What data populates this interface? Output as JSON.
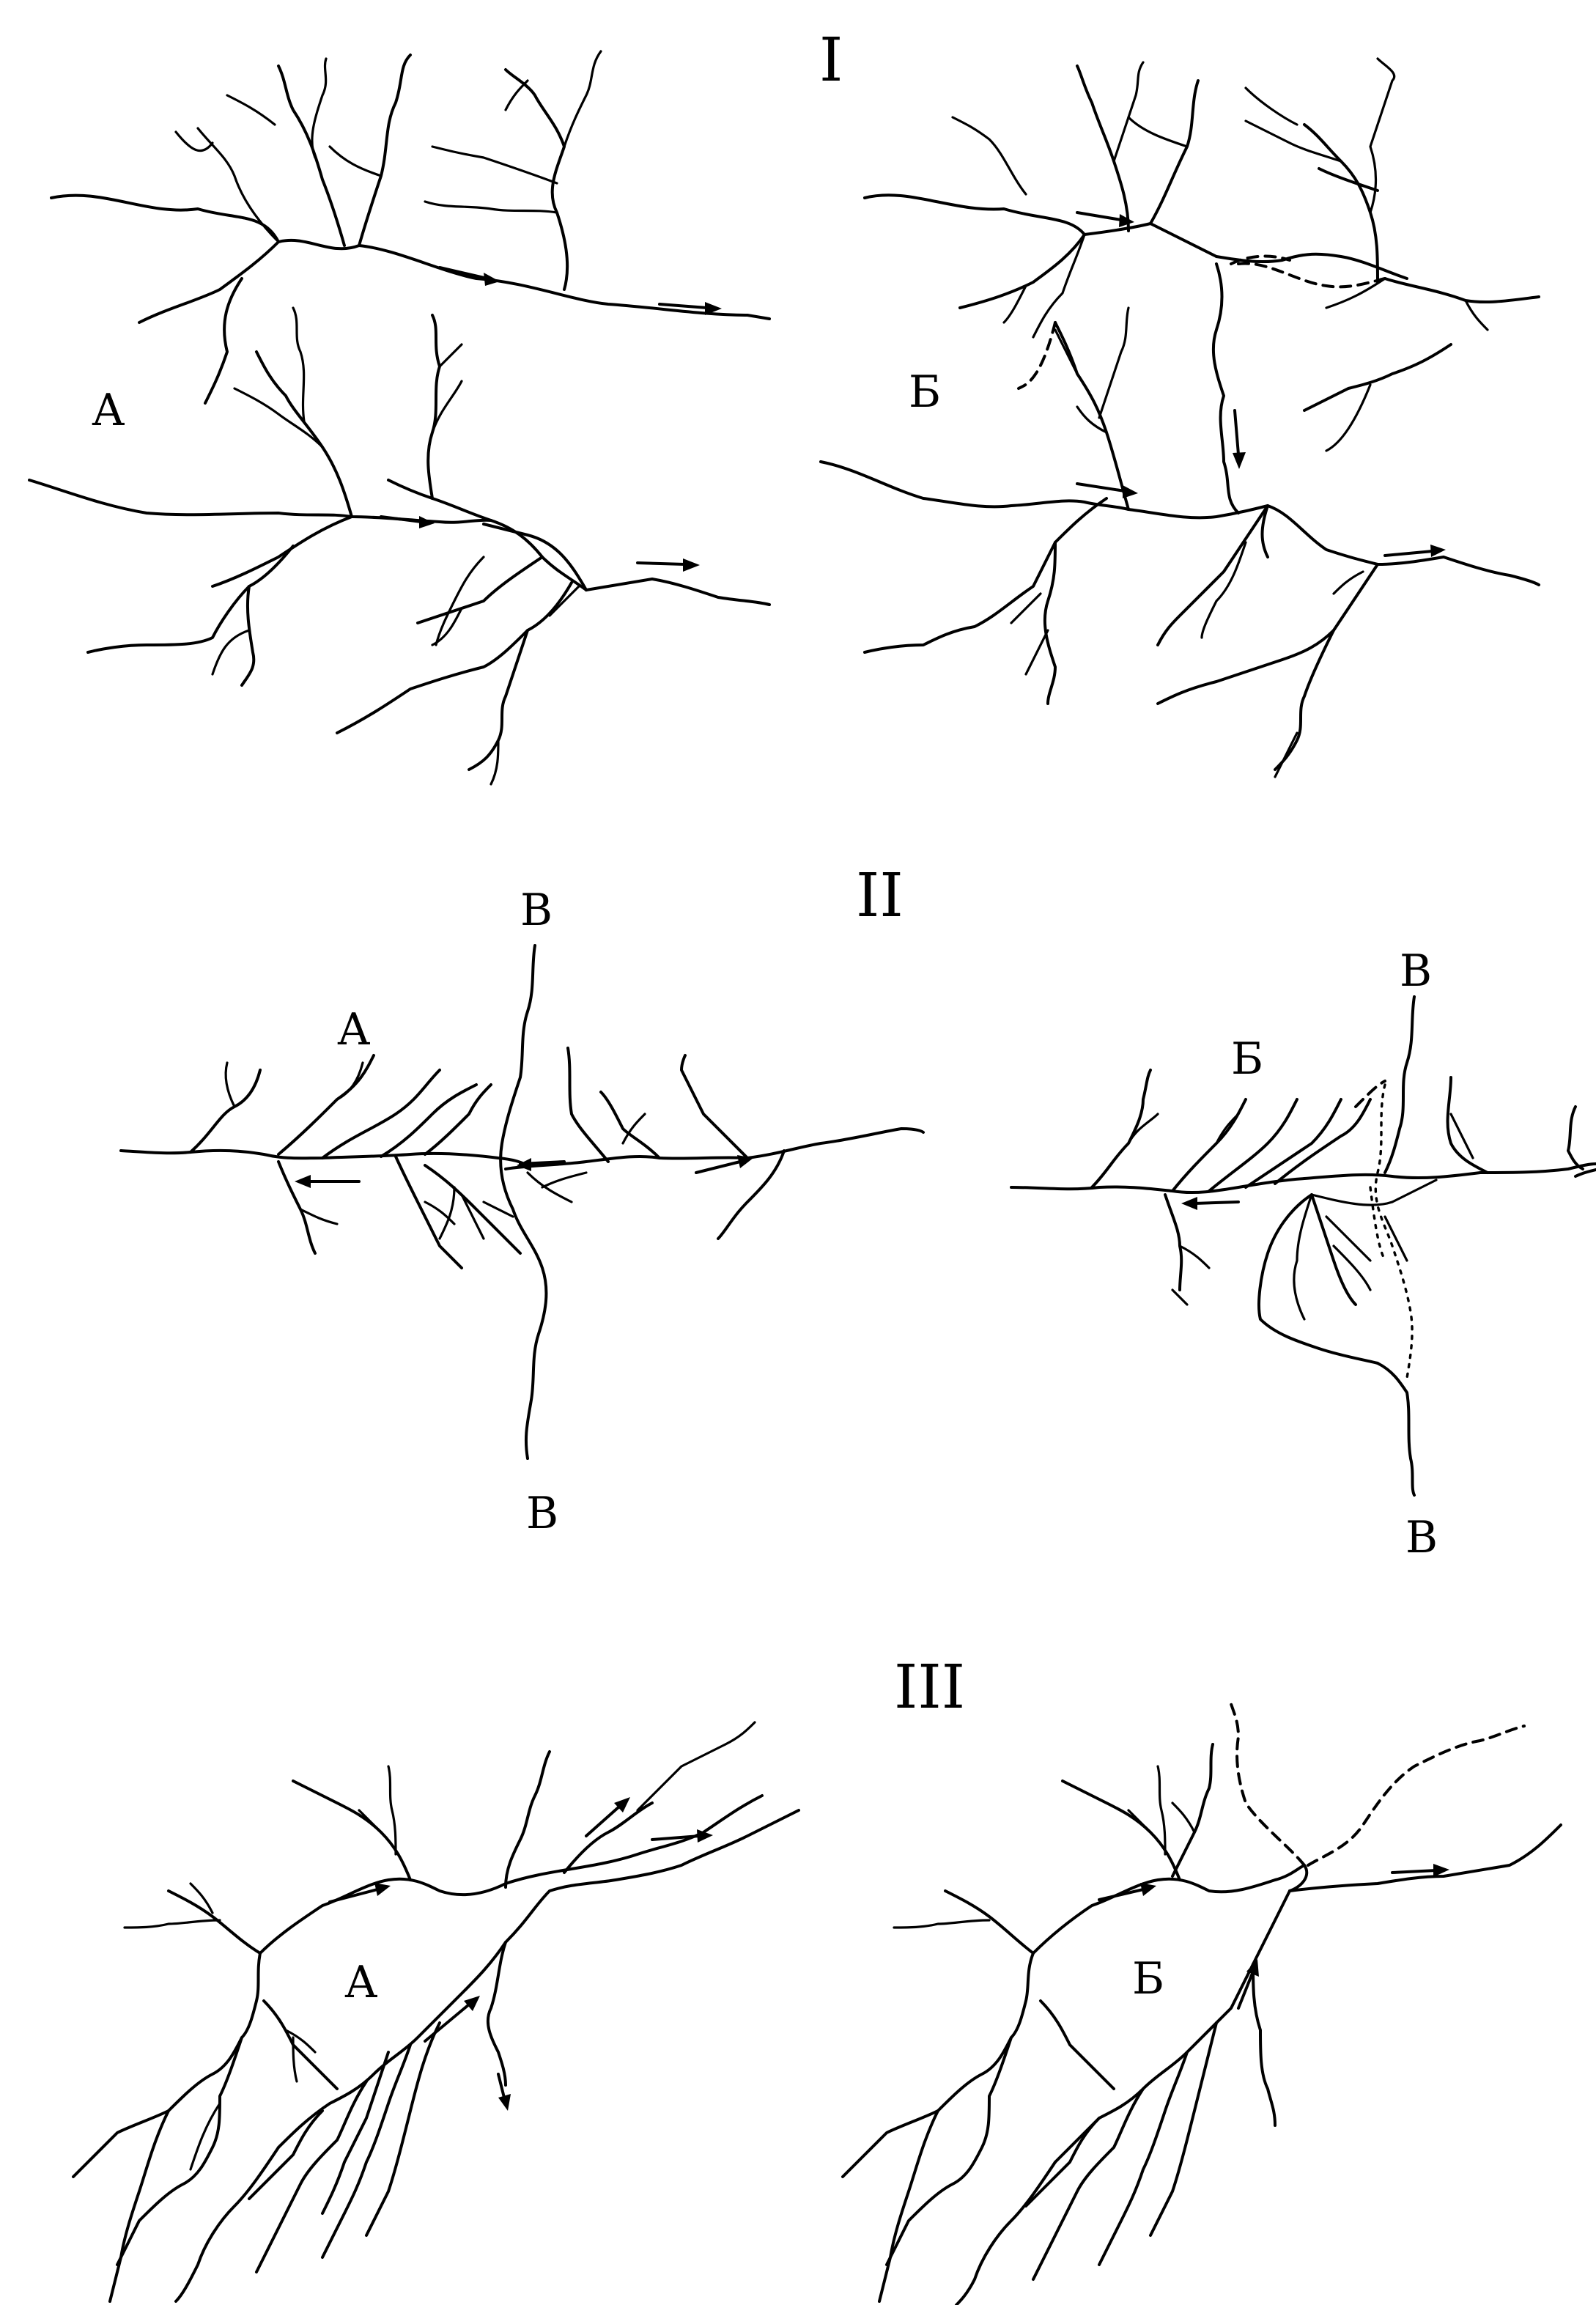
{
  "sections": [
    {
      "id": "I",
      "label": "I",
      "left_label": "А",
      "right_label": "Б"
    },
    {
      "id": "II",
      "label": "II",
      "left_label": "А",
      "right_label": "Б",
      "left_endpoints": [
        "B",
        "B"
      ],
      "right_endpoints": [
        "B",
        "B"
      ]
    },
    {
      "id": "III",
      "label": "III",
      "left_label": "А",
      "right_label": "Б"
    }
  ],
  "colors": {
    "ink": "#000000",
    "paper": "#ffffff"
  }
}
